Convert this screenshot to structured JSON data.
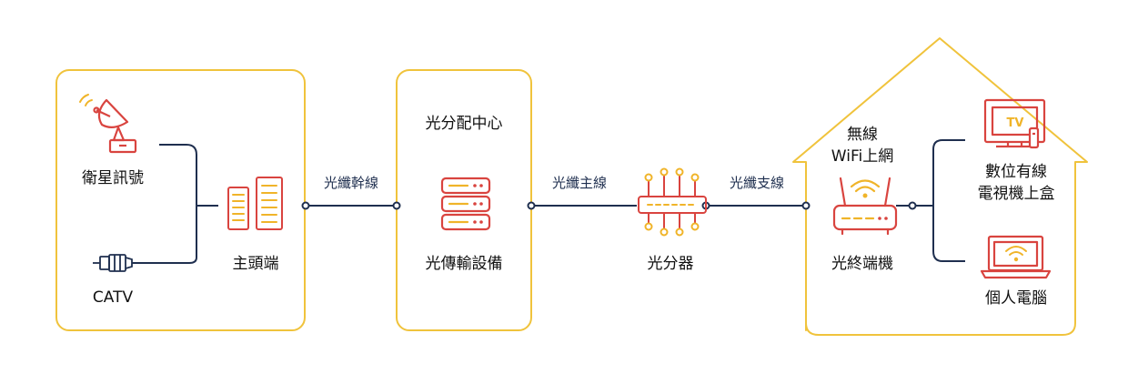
{
  "labels": {
    "satellite": "衛星訊號",
    "catv": "CATV",
    "headend": "主頭端",
    "trunk": "光纖幹線",
    "distribution_center": "光分配中心",
    "transmission_equipment": "光傳輸設備",
    "main_line": "光纖主線",
    "splitter": "光分器",
    "branch_line": "光纖支線",
    "wifi_line1": "無線",
    "wifi_line2": "WiFi上網",
    "onu": "光終端機",
    "stb_line1": "數位有線",
    "stb_line2": "電視機上盒",
    "tv": "TV",
    "pc": "個人電腦"
  },
  "colors": {
    "frame": "#f0c33c",
    "red": "#d9443f",
    "yellow": "#f0b429",
    "navy": "#1f2f4f",
    "text": "#111111"
  },
  "icons": {
    "satellite": "satellite-dish-icon",
    "coax": "coax-connector-icon",
    "headend": "headend-rack-icon",
    "server": "server-stack-icon",
    "splitter": "optical-splitter-icon",
    "router": "wifi-router-icon",
    "tv": "tv-icon",
    "laptop": "laptop-icon"
  }
}
